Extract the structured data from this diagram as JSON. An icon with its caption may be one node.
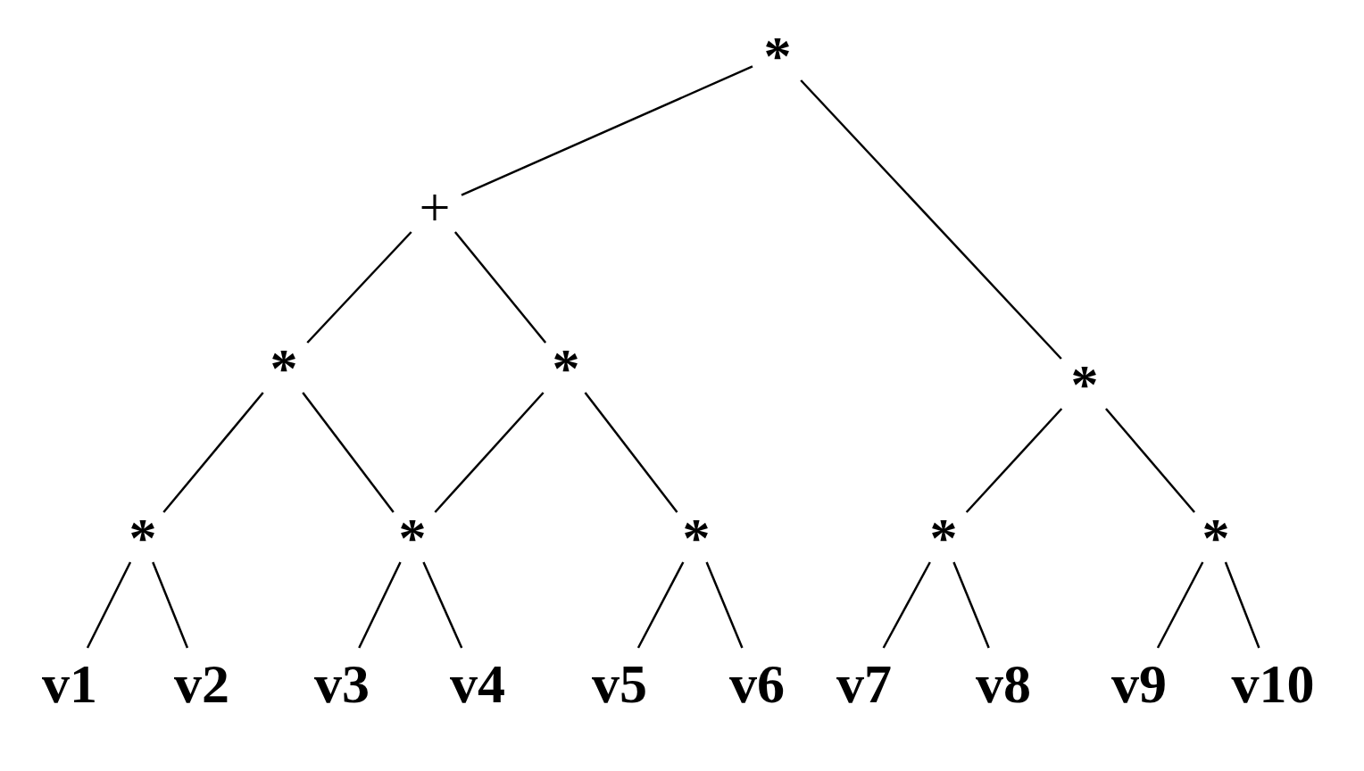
{
  "diagram": {
    "nodes": [
      {
        "text": [
          "*"
        ]
      },
      {
        "text": [
          "+"
        ]
      },
      {
        "text": [
          "*"
        ]
      },
      {
        "text": [
          "*"
        ]
      },
      {
        "text": [
          "*"
        ]
      },
      {
        "text": [
          "*"
        ]
      },
      {
        "text": [
          "*"
        ]
      },
      {
        "text": [
          "*"
        ]
      },
      {
        "text": [
          "*"
        ]
      },
      {
        "text": [
          "*"
        ]
      },
      {
        "text": [
          "v1"
        ]
      },
      {
        "text": [
          "v2"
        ]
      },
      {
        "text": [
          "v3"
        ]
      },
      {
        "text": [
          "v4"
        ]
      },
      {
        "text": [
          "v5"
        ]
      },
      {
        "text": [
          "v6"
        ]
      },
      {
        "text": [
          "v7"
        ]
      },
      {
        "text": [
          "v8"
        ]
      },
      {
        "text": [
          "v9"
        ]
      },
      {
        "text": [
          "v10"
        ]
      }
    ],
    "edges": [
      {
        "from": 0,
        "to": 1,
        "arrow": "none"
      },
      {
        "from": 0,
        "to": 4,
        "arrow": "none"
      },
      {
        "from": 1,
        "to": 2,
        "arrow": "none"
      },
      {
        "from": 1,
        "to": 3,
        "arrow": "none"
      },
      {
        "from": 2,
        "to": 5,
        "arrow": "none"
      },
      {
        "from": 2,
        "to": 6,
        "arrow": "none"
      },
      {
        "from": 3,
        "to": 6,
        "arrow": "none"
      },
      {
        "from": 3,
        "to": 7,
        "arrow": "none"
      },
      {
        "from": 4,
        "to": 8,
        "arrow": "none"
      },
      {
        "from": 4,
        "to": 9,
        "arrow": "none"
      },
      {
        "from": 5,
        "to": 10,
        "arrow": "none"
      },
      {
        "from": 5,
        "to": 11,
        "arrow": "none"
      },
      {
        "from": 6,
        "to": 12,
        "arrow": "none"
      },
      {
        "from": 6,
        "to": 13,
        "arrow": "none"
      },
      {
        "from": 7,
        "to": 14,
        "arrow": "none"
      },
      {
        "from": 7,
        "to": 15,
        "arrow": "none"
      },
      {
        "from": 8,
        "to": 16,
        "arrow": "none"
      },
      {
        "from": 8,
        "to": 17,
        "arrow": "none"
      },
      {
        "from": 9,
        "to": 18,
        "arrow": "none"
      },
      {
        "from": 9,
        "to": 19,
        "arrow": "none"
      }
    ]
  }
}
